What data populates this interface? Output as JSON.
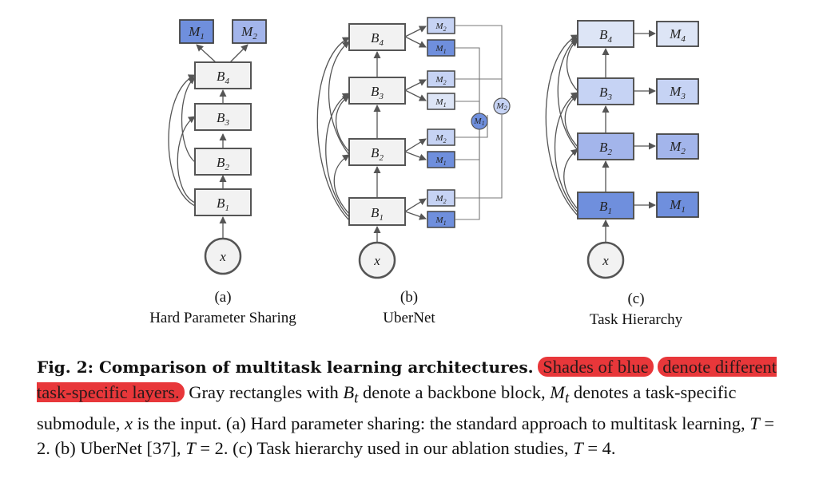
{
  "figure": {
    "panel_a": {
      "letter": "(a)",
      "title": "Hard Parameter Sharing",
      "blocks": [
        {
          "b": "B",
          "s": "1"
        },
        {
          "b": "B",
          "s": "2"
        },
        {
          "b": "B",
          "s": "3"
        },
        {
          "b": "B",
          "s": "4"
        }
      ],
      "modules": [
        {
          "b": "M",
          "s": "1"
        },
        {
          "b": "M",
          "s": "2"
        }
      ],
      "input": "x"
    },
    "panel_b": {
      "letter": "(b)",
      "title": "UberNet",
      "blocks": [
        {
          "b": "B",
          "s": "1"
        },
        {
          "b": "B",
          "s": "2"
        },
        {
          "b": "B",
          "s": "3"
        },
        {
          "b": "B",
          "s": "4"
        }
      ],
      "module_pair": [
        {
          "b": "M",
          "s": "2"
        },
        {
          "b": "M",
          "s": "1"
        }
      ],
      "merge_nodes": [
        {
          "b": "M",
          "s": "1"
        },
        {
          "b": "M",
          "s": "2"
        }
      ],
      "input": "x"
    },
    "panel_c": {
      "letter": "(c)",
      "title": "Task Hierarchy",
      "blocks": [
        {
          "b": "B",
          "s": "1"
        },
        {
          "b": "B",
          "s": "2"
        },
        {
          "b": "B",
          "s": "3"
        },
        {
          "b": "B",
          "s": "4"
        }
      ],
      "modules": [
        {
          "b": "M",
          "s": "1"
        },
        {
          "b": "M",
          "s": "2"
        },
        {
          "b": "M",
          "s": "3"
        },
        {
          "b": "M",
          "s": "4"
        }
      ],
      "input": "x"
    },
    "colors": {
      "backbone_fill": "#f2f2f2",
      "backbone_stroke": "#555555",
      "dark_blue": "#6f8fdd",
      "mid_blue": "#a3b5eb",
      "light_blue": "#c6d3f4",
      "lightest_blue": "#dde5f6",
      "highlight": "#e8373a"
    }
  },
  "caption": {
    "fig_label": "Fig. 2: Comparison of multitask learning architectures.",
    "highlight_1": "Shades of blue",
    "highlight_2": "denote different task-specific layers.",
    "t1": "Gray rectangles with",
    "t2": "denote a backbone block,",
    "t3": "denotes a task-specific submodule,",
    "t4": "is the input. (a) Hard parameter sharing: the standard approach to multitask learning,",
    "t5": "(b) UberNet [37],",
    "t6": "(c) Task hierarchy used in our ablation studies,",
    "eq1": "= 2.",
    "eq2": "= 2.",
    "eq3": "= 4.",
    "var_B": "B",
    "var_B_sub": "t",
    "var_M": "M",
    "var_M_sub": "t",
    "var_x": "x",
    "var_T": "T"
  }
}
